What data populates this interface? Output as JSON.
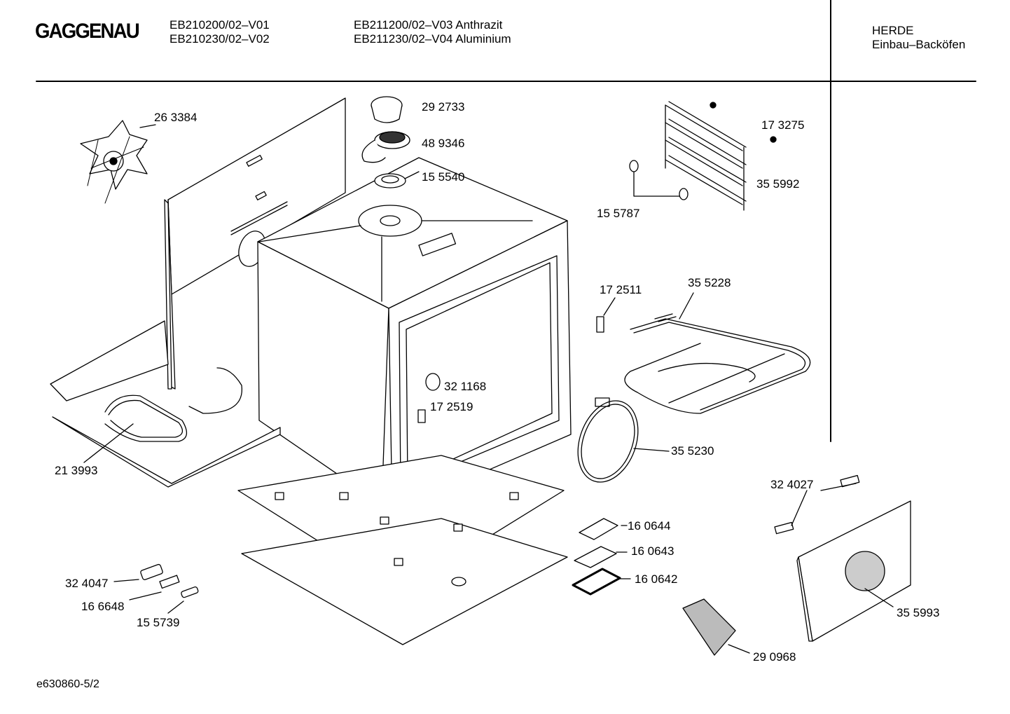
{
  "header": {
    "brand": "GAGGENAU",
    "models_col1": [
      "EB210200/02–V01",
      "EB210230/02–V02"
    ],
    "models_col2": [
      "EB211200/02–V03 Anthrazit",
      "EB211230/02–V04 Aluminium"
    ],
    "category": [
      "HERDE",
      "Einbau–Backöfen"
    ]
  },
  "parts": [
    {
      "id": "263384",
      "label": "26 3384"
    },
    {
      "id": "292733",
      "label": "29 2733"
    },
    {
      "id": "489346",
      "label": "48 9346"
    },
    {
      "id": "155540",
      "label": "15 5540"
    },
    {
      "id": "173275",
      "label": "17 3275"
    },
    {
      "id": "355992",
      "label": "35 5992"
    },
    {
      "id": "155787",
      "label": "15 5787"
    },
    {
      "id": "172511",
      "label": "17 2511"
    },
    {
      "id": "355228",
      "label": "35 5228"
    },
    {
      "id": "321168",
      "label": "32 1168"
    },
    {
      "id": "172519",
      "label": "17 2519"
    },
    {
      "id": "355230",
      "label": "35 5230"
    },
    {
      "id": "213993",
      "label": "21 3993"
    },
    {
      "id": "324027",
      "label": "32 4027"
    },
    {
      "id": "160644",
      "label": "16 0644"
    },
    {
      "id": "160643",
      "label": "16 0643"
    },
    {
      "id": "160642",
      "label": "16 0642"
    },
    {
      "id": "324047",
      "label": "32 4047"
    },
    {
      "id": "166648",
      "label": "16 6648"
    },
    {
      "id": "155739",
      "label": "15 5739"
    },
    {
      "id": "355993",
      "label": "35 5993"
    },
    {
      "id": "290968",
      "label": "29 0968"
    }
  ],
  "footer": {
    "drawing_number": "e630860-5/2"
  }
}
